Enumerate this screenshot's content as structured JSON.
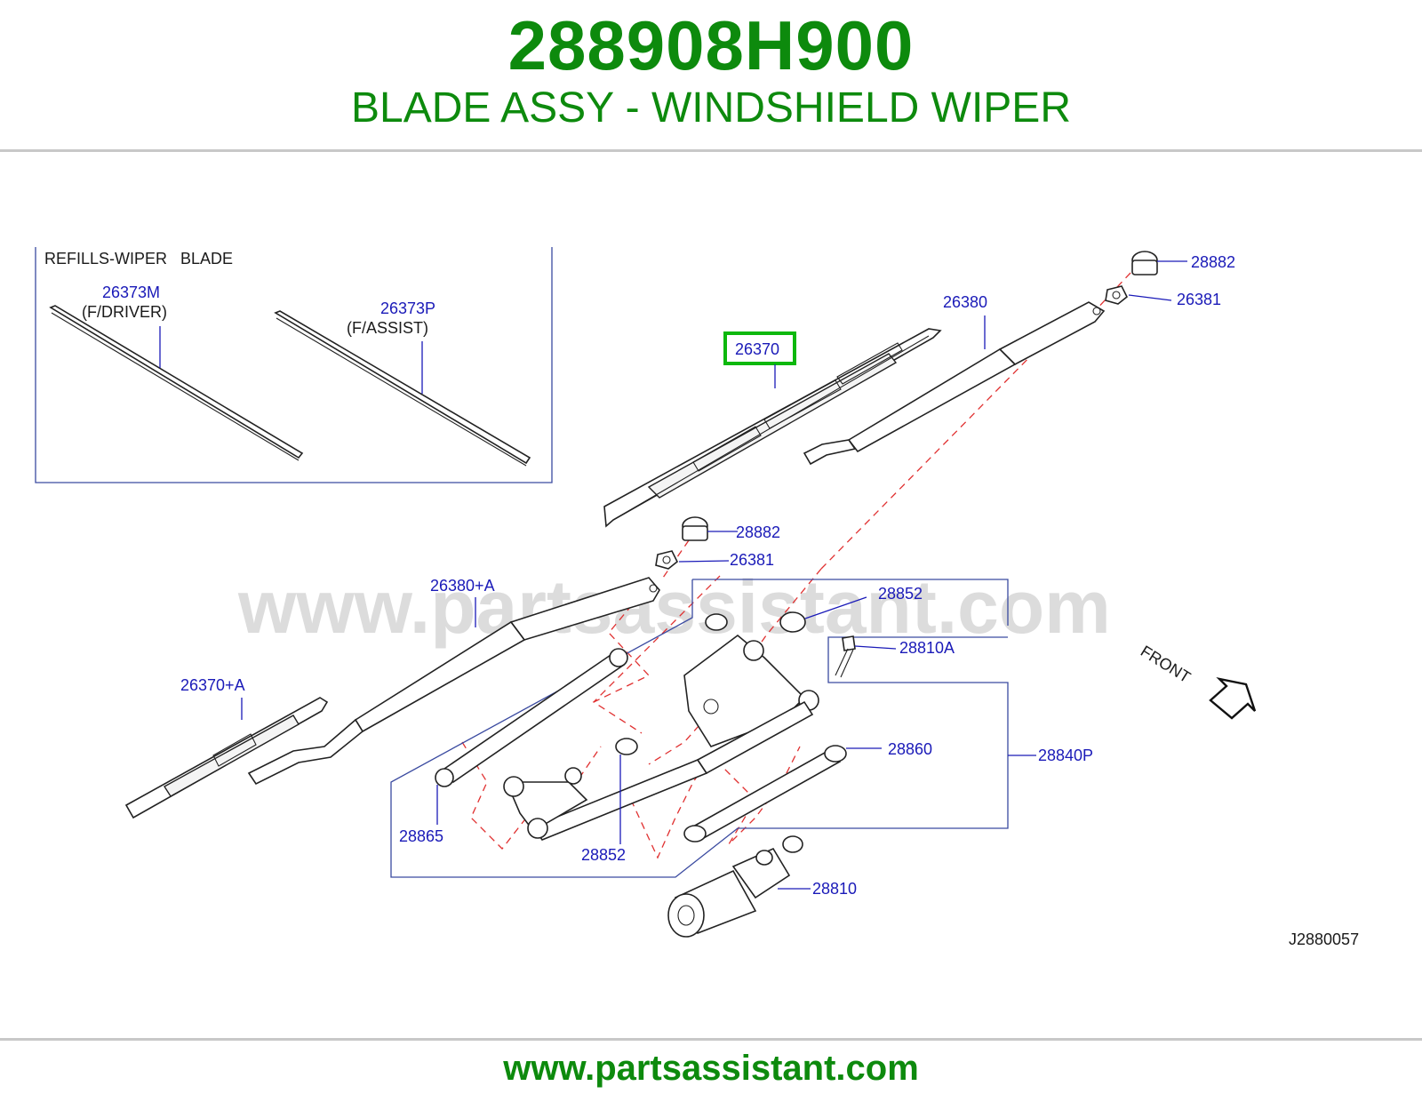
{
  "header": {
    "part_number": "288908H900",
    "part_title": "BLADE ASSY - WINDSHIELD WIPER"
  },
  "diagram": {
    "inset_title": "REFILLS-WIPER   BLADE",
    "watermark": "www.partsassistant.com",
    "front_label": "FRONT",
    "figure_code": "J2880057",
    "callouts": {
      "refill_driver": "26373M",
      "refill_driver_note": "(F/DRIVER)",
      "refill_assist": "26373P",
      "refill_assist_note": "(F/ASSIST)",
      "blade_highlighted": "26370",
      "arm_right": "26380",
      "cap_top": "28882",
      "nut_top": "26381",
      "cap_mid": "28882",
      "nut_mid": "26381",
      "arm_left": "26380+A",
      "blade_left": "26370+A",
      "bushing_upper": "28852",
      "bolt": "28810A",
      "link_right": "28860",
      "linkage_assy": "28840P",
      "link_left": "28865",
      "bushing_lower": "28852",
      "motor": "28810"
    },
    "colors": {
      "highlight": "#0db80d",
      "callout_text": "#1a1ab8",
      "guide_lines": "#e03030"
    }
  },
  "footer": {
    "url": "www.partsassistant.com"
  }
}
